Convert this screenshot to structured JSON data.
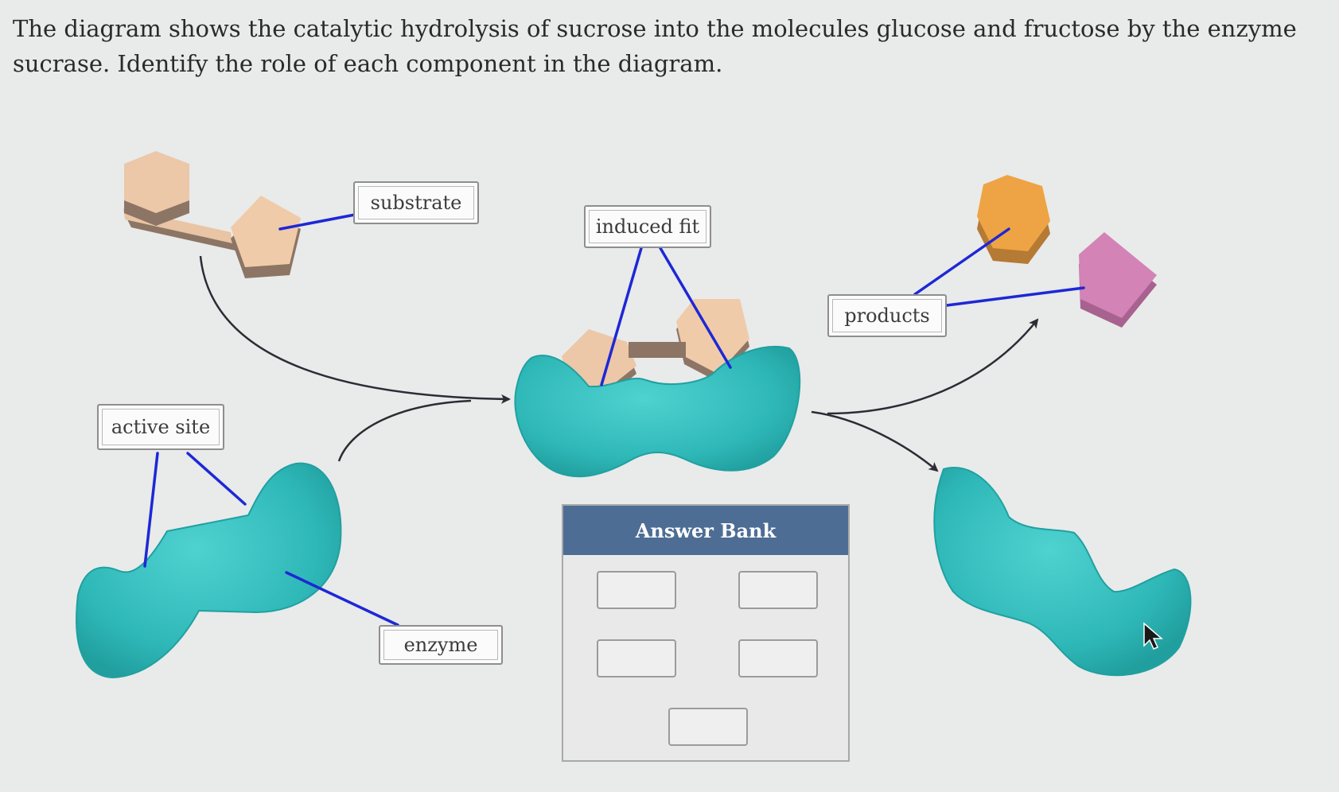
{
  "question": "The diagram shows the catalytic hydrolysis of sucrose into the molecules glucose and fructose by the enzyme sucrase. Identify the role of each component in the diagram.",
  "labels": {
    "substrate": "substrate",
    "induced_fit": "induced fit",
    "products": "products",
    "active_site": "active site",
    "enzyme": "enzyme"
  },
  "answer_bank": {
    "title": "Answer Bank",
    "slot_count": 5
  },
  "colors": {
    "enzyme": "#33bcbc",
    "substrate": "#ebc6a7",
    "glucose": "#eea444",
    "fructose": "#cf7fb4",
    "leader_line": "#1d28d6",
    "answer_bank_header": "#4d6d94"
  },
  "icons": {
    "cursor": "mouse-pointer-icon"
  }
}
